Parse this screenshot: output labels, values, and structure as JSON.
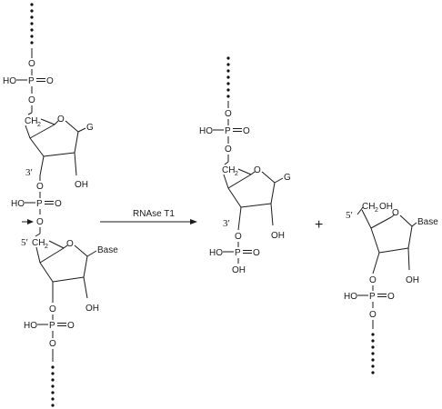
{
  "reaction": {
    "enzyme": "RNAse T1",
    "plus": "+"
  },
  "labels": {
    "O": "O",
    "P": "P",
    "HO": "HO",
    "OH": "OH",
    "G": "G",
    "Base": "Base",
    "CH": "CH",
    "sub2": "2",
    "prime3": "3′",
    "prime5": "5′",
    "CH2OH_CH": "CH",
    "CH2OH_OH": "OH"
  },
  "colors": {
    "ink": "#1a1a1a"
  }
}
